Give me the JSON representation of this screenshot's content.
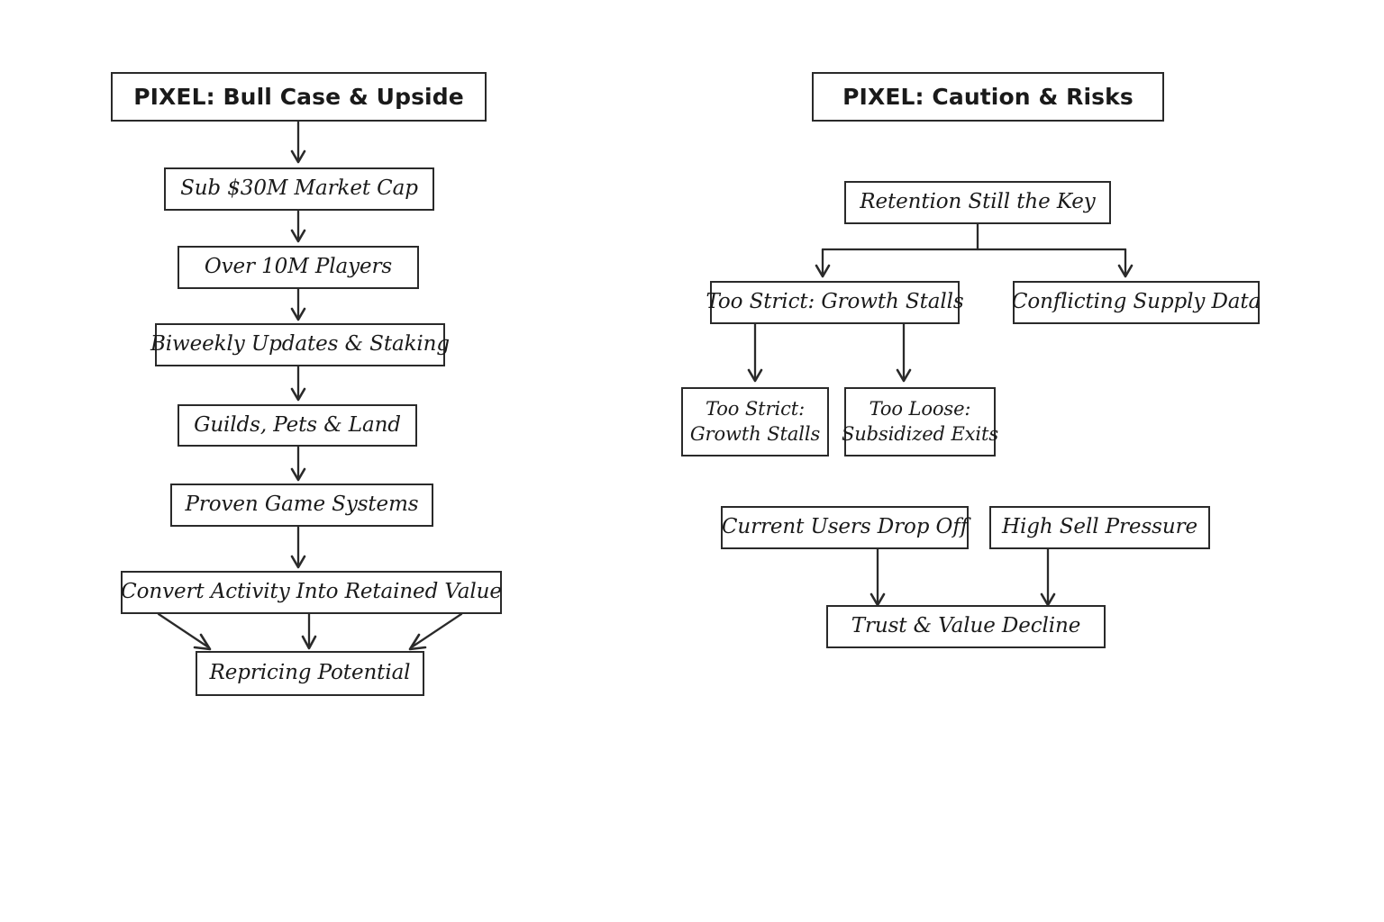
{
  "diagram": {
    "type": "flowchart",
    "style": "hand-drawn",
    "background_color": "#ffffff",
    "stroke_color": "#2a2a2a",
    "text_color": "#1a1a1a",
    "columns": [
      {
        "id": "bull-case",
        "title": "PIXEL: Bull Case & Upside",
        "nodes": [
          {
            "id": "n1",
            "label": "Sub $30M Market Cap"
          },
          {
            "id": "n2",
            "label": "Over 10M Players"
          },
          {
            "id": "n3",
            "label": "Biweekly Updates & Staking"
          },
          {
            "id": "n4",
            "label": "Guilds, Pets & Land"
          },
          {
            "id": "n5",
            "label": "Proven Game Systems"
          },
          {
            "id": "n6",
            "label": "Convert Activity Into Retained Value"
          },
          {
            "id": "n7",
            "label": "Repricing Potential"
          }
        ]
      },
      {
        "id": "caution-risks",
        "title": "PIXEL: Caution & Risks",
        "nodes": [
          {
            "id": "r1",
            "label": "Retention Still the Key"
          },
          {
            "id": "r2",
            "label": "Too Strict: Growth Stalls"
          },
          {
            "id": "r3",
            "label": "Conflicting Supply Data"
          },
          {
            "id": "r4",
            "line1": "Too Strict:",
            "line2": "Growth Stalls"
          },
          {
            "id": "r5",
            "line1": "Too Loose:",
            "line2": "Subsidized Exits"
          },
          {
            "id": "r6",
            "label": "Current Users Drop Off"
          },
          {
            "id": "r7",
            "label": "High Sell Pressure"
          },
          {
            "id": "r8",
            "label": "Trust & Value Decline"
          }
        ]
      }
    ],
    "edges": [
      {
        "from": "bull-title",
        "to": "n1"
      },
      {
        "from": "n1",
        "to": "n2"
      },
      {
        "from": "n2",
        "to": "n3"
      },
      {
        "from": "n3",
        "to": "n4"
      },
      {
        "from": "n4",
        "to": "n5"
      },
      {
        "from": "n5",
        "to": "n6"
      },
      {
        "from": "n6",
        "to": "n7",
        "variant": "left-diagonal"
      },
      {
        "from": "n6",
        "to": "n7",
        "variant": "vertical"
      },
      {
        "from": "n6",
        "to": "n7",
        "variant": "right-diagonal"
      },
      {
        "from": "r1",
        "to": "r2",
        "variant": "branch-left"
      },
      {
        "from": "r1",
        "to": "r3",
        "variant": "branch-right"
      },
      {
        "from": "r2",
        "to": "r4"
      },
      {
        "from": "r2",
        "to": "r5"
      },
      {
        "from": "r6",
        "to": "r8"
      },
      {
        "from": "r7",
        "to": "r8"
      }
    ]
  }
}
